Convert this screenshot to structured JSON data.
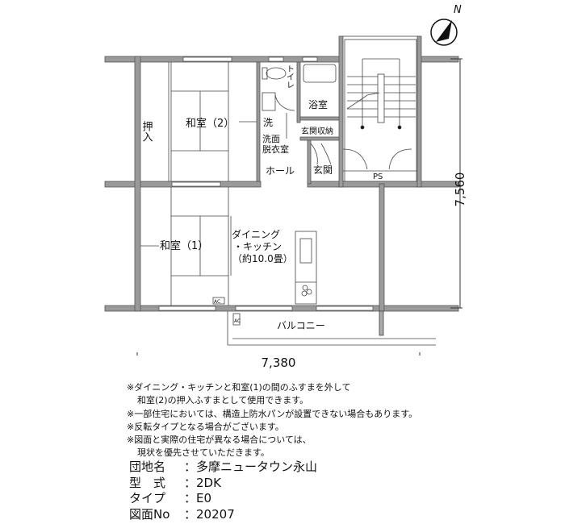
{
  "plan": {
    "rooms": {
      "oshiire": "押入",
      "washitsu2": "和室（2）",
      "washitsu1": "和室（1）",
      "dk_line1": "ダイニング",
      "dk_line2": "・キッチン",
      "dk_line3": "（約10.0畳）",
      "toilet": "トイレ",
      "wash_mark": "洗",
      "senmen_line1": "洗面",
      "senmen_line2": "脱衣室",
      "bath": "浴室",
      "genkan_storage": "玄関収納",
      "hall": "ホール",
      "genkan": "玄関",
      "ps": "PS",
      "balcony": "バルコニー",
      "ac1": "AC",
      "ac2": "AC"
    },
    "dimensions": {
      "height": "7,560",
      "width": "7,380"
    },
    "compass": "N"
  },
  "notes": [
    "※ダイニング・キッチンと和室(1)の間のふすまを外して",
    "和室(2)の押入ふすまとして使用できます。",
    "※一部住宅においては、構造上防水パンが設置できない場合もあります。",
    "※反転タイプとなる場合がございます。",
    "※図面と実際の住宅が異なる場合については、",
    "現状を優先させていただきます。"
  ],
  "info": {
    "complex_label": "団地名",
    "complex_value": "多摩ニュータウン永山",
    "model_label": "型　式",
    "model_value": "2DK",
    "type_label": "タイプ",
    "type_value": "E0",
    "drawing_label": "図面No",
    "drawing_value": "20207",
    "separator": "："
  }
}
